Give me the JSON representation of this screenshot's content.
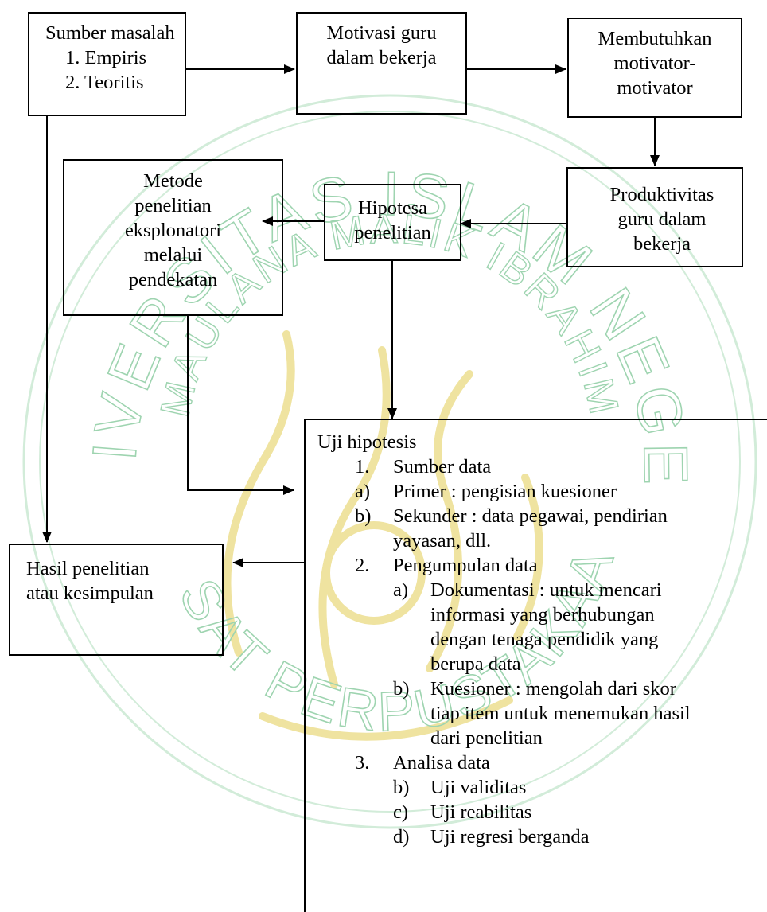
{
  "watermark": {
    "outer_text": "UNIVERSITAS ISLAM NEGERI",
    "inner_text": "MAULANA MALIK IBRAHIM",
    "bottom_text": "PUSAT PERPUSTAKAAN",
    "color": "#7fc89a",
    "emblem_color": "#e6d36a"
  },
  "boxes": {
    "sumber": {
      "title": "Sumber masalah",
      "items": [
        "1.  Empiris",
        "2.  Teoritis"
      ]
    },
    "motivasi": {
      "lines": [
        "Motivasi guru",
        "dalam bekerja"
      ]
    },
    "membutuhkan": {
      "lines": [
        "Membutuhkan",
        "motivator-",
        "motivator"
      ]
    },
    "produktivitas": {
      "lines": [
        "Produktivitas",
        "guru dalam",
        "bekerja"
      ]
    },
    "hipotesa": {
      "lines": [
        "Hipotesa",
        "penelitian"
      ]
    },
    "metode": {
      "lines": [
        "Metode",
        "penelitian",
        "eksplonatori",
        "melalui",
        "pendekatan"
      ]
    },
    "hasil": {
      "lines": [
        "Hasil penelitian",
        "atau kesimpulan"
      ]
    },
    "uji": {
      "title": "Uji hipotesis",
      "s1": {
        "num": "1.",
        "label": "Sumber data"
      },
      "s1a": {
        "num": "a)",
        "label": "Primer : pengisian kuesioner"
      },
      "s1b": {
        "num": "b)",
        "label": "Sekunder : data pegawai, pendirian",
        "cont": "yayasan, dll."
      },
      "s2": {
        "num": "2.",
        "label": "Pengumpulan data"
      },
      "s2a": {
        "num": "a)",
        "lines": [
          "Dokumentasi : untuk mencari",
          "informasi yang berhubungan",
          "dengan tenaga pendidik yang",
          "berupa data"
        ]
      },
      "s2b": {
        "num": "b)",
        "lines": [
          "Kuesioner : mengolah dari skor",
          "tiap item untuk menemukan hasil",
          "dari penelitian"
        ]
      },
      "s3": {
        "num": "3.",
        "label": "Analisa data"
      },
      "s3b": {
        "num": "b)",
        "label": "Uji validitas"
      },
      "s3c": {
        "num": "c)",
        "label": "Uji reabilitas"
      },
      "s3d": {
        "num": "d)",
        "label": "Uji regresi berganda"
      }
    }
  }
}
